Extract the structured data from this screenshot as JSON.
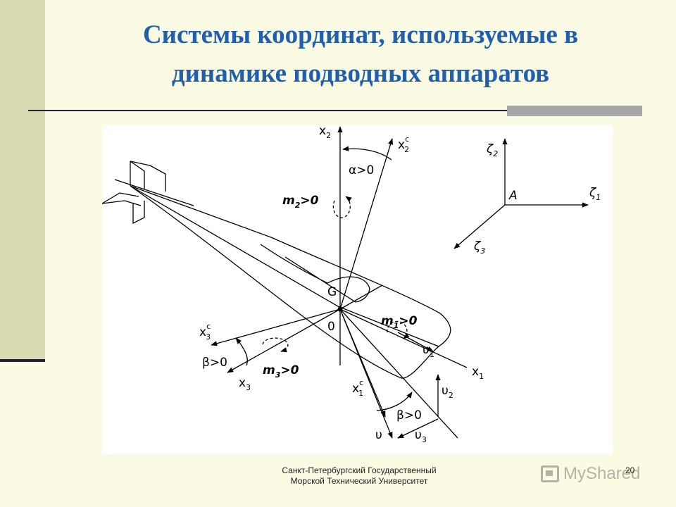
{
  "slide": {
    "title_line1": "Системы координат, используемые в",
    "title_line2": "динамике подводных аппаратов",
    "footer_line1": "Санкт-Петербургский Государственный",
    "footer_line2": "Морской Технический Университет",
    "page_number": "20",
    "watermark_text": "MyShared"
  },
  "diagram": {
    "labels": {
      "x2": "x",
      "x2_sub": "2",
      "x2c": "x",
      "x2c_sub": "2",
      "x2c_sup": "c",
      "alpha": "α>0",
      "m2": "m",
      "m2_sub": "2",
      "m2_rest": ">0",
      "G": "G",
      "origin": "0",
      "m1": "m",
      "m1_sub": "1",
      "m1_rest": ">0",
      "x3c": "x",
      "x3c_sub": "3",
      "x3c_sup": "c",
      "beta_left": "β>0",
      "m3": "m",
      "m3_sub": "3",
      "m3_rest": ">0",
      "x3": "x",
      "x3_sub": "3",
      "v1": "υ",
      "v1_sub": "1",
      "x1": "x",
      "x1_sub": "1",
      "x1c": "x",
      "x1c_sub": "1",
      "x1c_sup": "c",
      "v2": "υ",
      "v2_sub": "2",
      "beta_bottom": "β>0",
      "v": "υ",
      "v3": "υ",
      "v3_sub": "3",
      "zeta2": "ζ",
      "zeta2_sub": "2",
      "A": "A",
      "zeta1": "ζ",
      "zeta1_sub": "1",
      "zeta3": "ζ",
      "zeta3_sub": "3"
    }
  }
}
